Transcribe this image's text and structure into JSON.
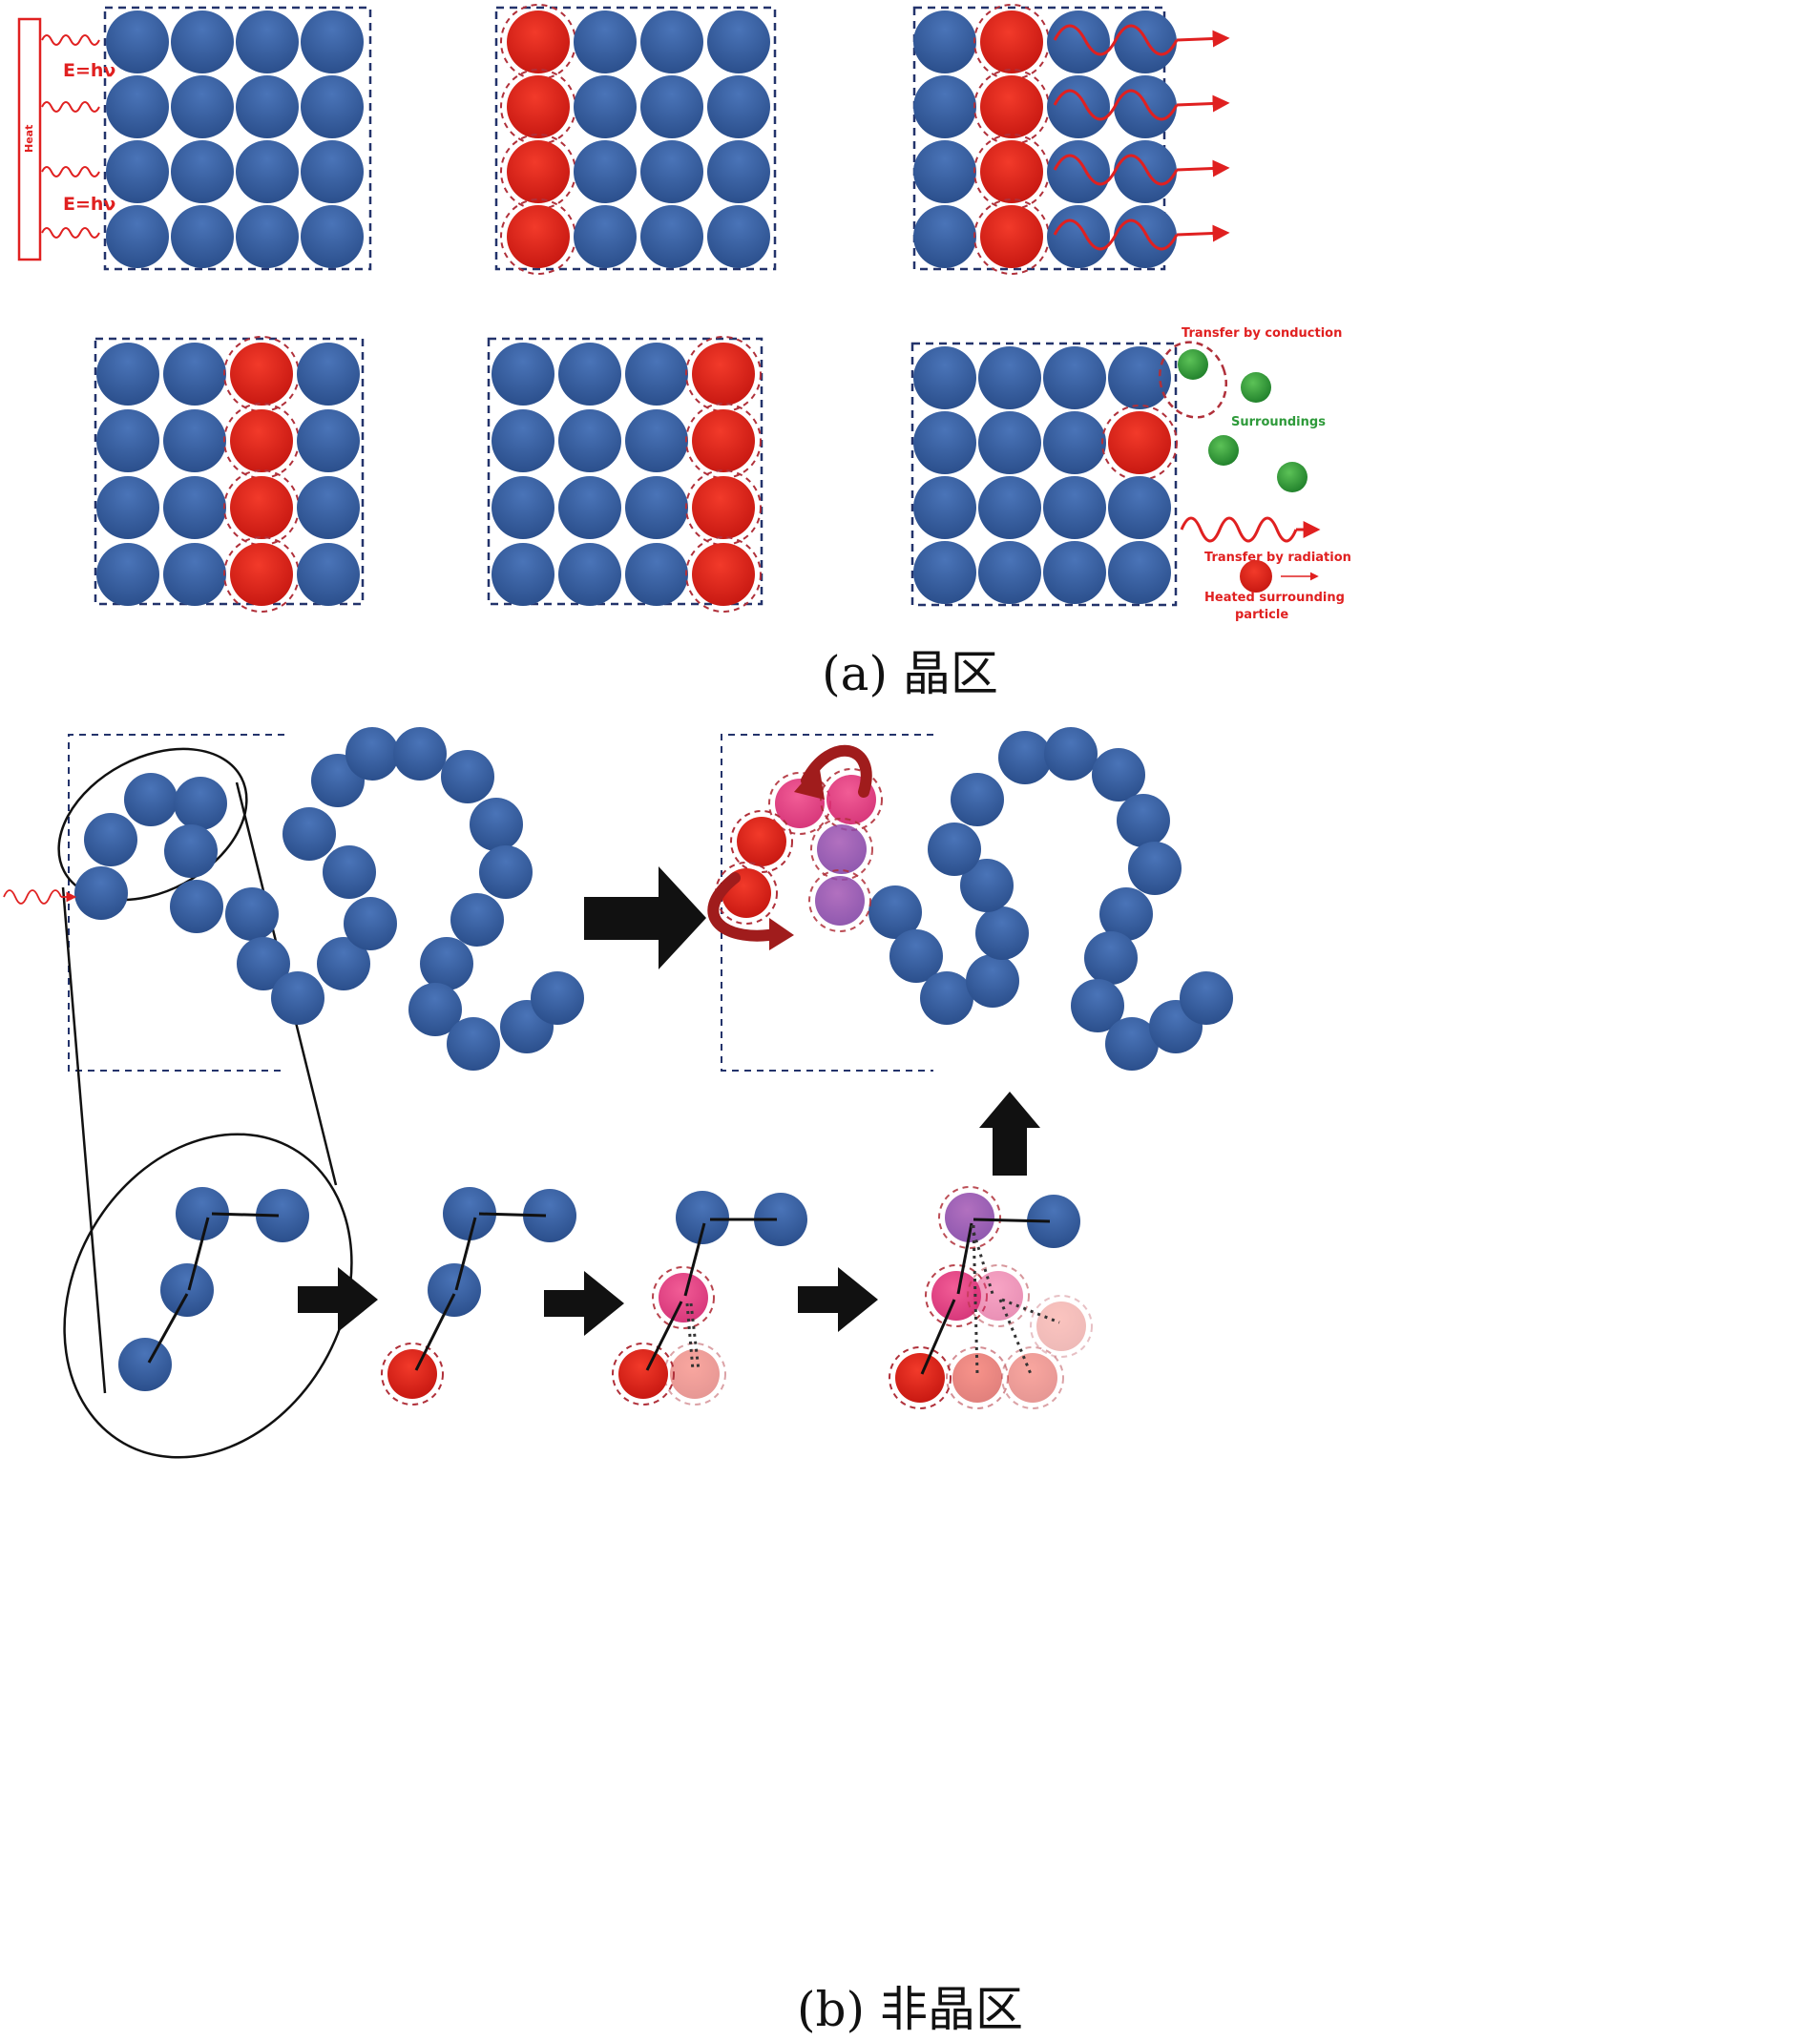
{
  "part_a": {
    "caption": "(a) 晶区",
    "heat_label": "Heat",
    "energy_labels": [
      "E=hν",
      "E=hν"
    ],
    "legend": {
      "conduction": "Transfer by conduction",
      "surroundings": "Surroundings",
      "radiation": "Transfer by radiation",
      "heated_particle": "Heated surrounding particle"
    }
  },
  "part_b": {
    "caption": "(b) 非晶区"
  },
  "colors": {
    "cold_particle": "#2f5597",
    "hot_particle": "#e8261f",
    "warm_particle": "#e0307a",
    "surrounding_particle": "#2e9a3a",
    "annotation": "#e02020",
    "frame": "#23336b"
  }
}
